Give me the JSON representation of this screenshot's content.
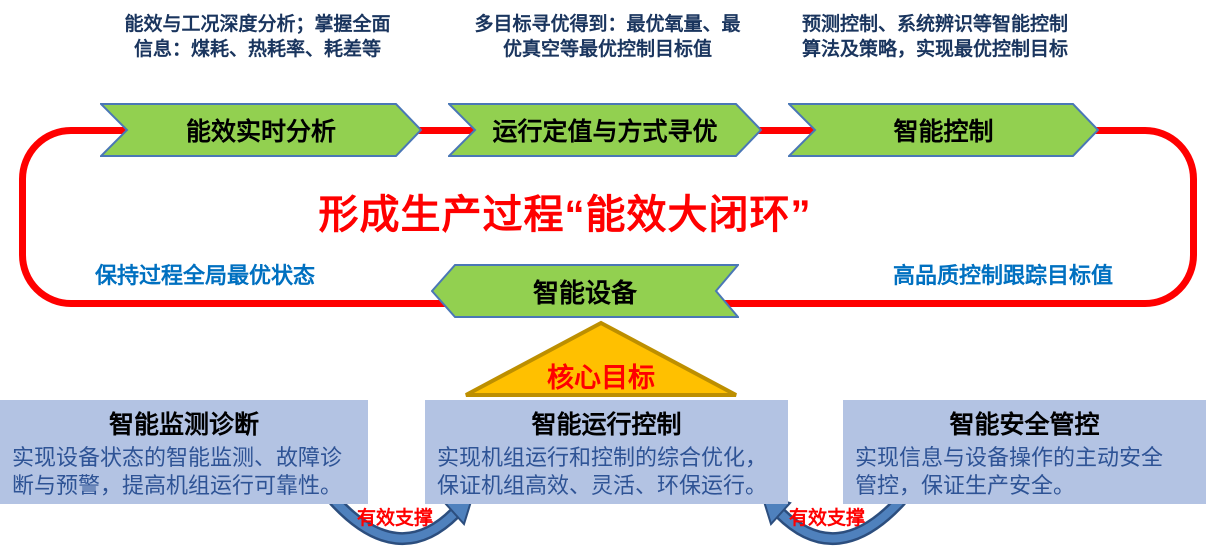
{
  "top_notes": [
    {
      "text": "能效与工况深度分析；掌握全面\n信息：煤耗、热耗率、耗差等"
    },
    {
      "text": "多目标寻优得到：最优氧量、最\n优真空等最优控制目标值"
    },
    {
      "text": "预测控制、系统辨识等智能控制\n算法及策略，实现最优控制目标"
    }
  ],
  "flow_steps": [
    {
      "label": "能效实时分析"
    },
    {
      "label": "运行定值与方式寻优"
    },
    {
      "label": "智能控制"
    }
  ],
  "loop": {
    "title": "形成生产过程“能效大闭环”",
    "left_note": "保持过程全局最优状态",
    "right_note": "高品质控制跟踪目标值",
    "feedback_step": "智能设备"
  },
  "core_goal": {
    "label": "核心目标"
  },
  "bottom_boxes": [
    {
      "title": "智能监测诊断",
      "body": "实现设备状态的智能监测、故障诊\n断与预警，提高机组运行可靠性。"
    },
    {
      "title": "智能运行控制",
      "body": "实现机组运行和控制的综合优化，\n保证机组高效、灵活、环保运行。"
    },
    {
      "title": "智能安全管控",
      "body": "实现信息与设备操作的主动安全\n管控，保证生产安全。"
    }
  ],
  "support_arrows": [
    {
      "label": "有效支撑"
    },
    {
      "label": "有效支撑"
    }
  ],
  "colors": {
    "step_fill": "#92d050",
    "step_border": "#4a77b6",
    "loop_red": "#ff0000",
    "note_navy": "#1a355e",
    "side_blue": "#0070c0",
    "goal_fill": "#ffc000",
    "goal_border": "#bd8f00",
    "box_fill": "#b3c3e3",
    "box_text": "#2e5395",
    "arrow_blue": "#4f81bd"
  }
}
